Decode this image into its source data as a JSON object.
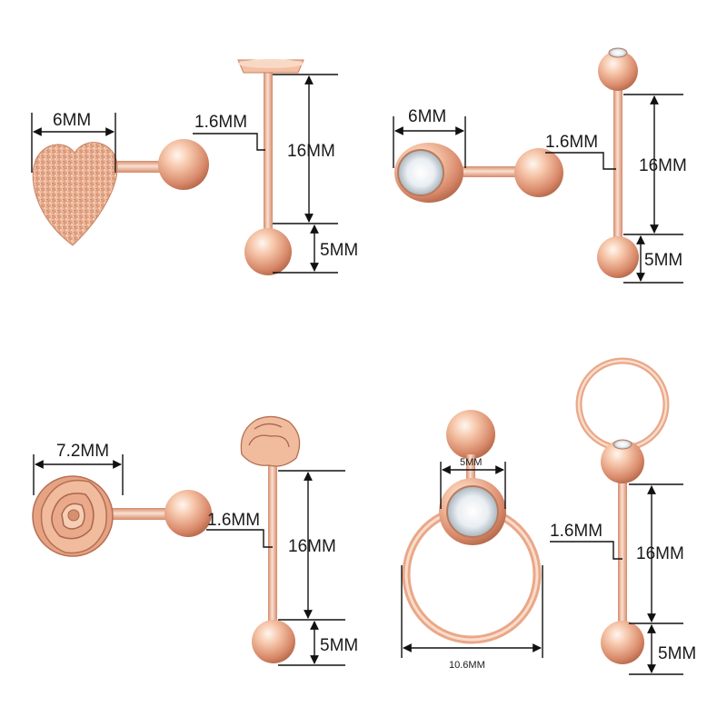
{
  "labels": {
    "p1_head_width": "6MM",
    "p1_gauge": "1.6MM",
    "p1_length": "16MM",
    "p1_ball": "5MM",
    "p2_head_width": "6MM",
    "p2_gauge": "1.6MM",
    "p2_length": "16MM",
    "p2_ball": "5MM",
    "p3_head_width": "7.2MM",
    "p3_gauge": "1.6MM",
    "p3_length": "16MM",
    "p3_ball": "5MM",
    "p4_gem": "5MM",
    "p4_ring": "10.6MM",
    "p5_gauge": "1.6MM",
    "p5_length": "16MM",
    "p5_ball": "5MM"
  },
  "colors": {
    "rose_gold_light": "#fbe3d6",
    "rose_gold_mid": "#eeb090",
    "rose_gold_dark": "#c97c5c",
    "dimension_line": "#111111"
  }
}
